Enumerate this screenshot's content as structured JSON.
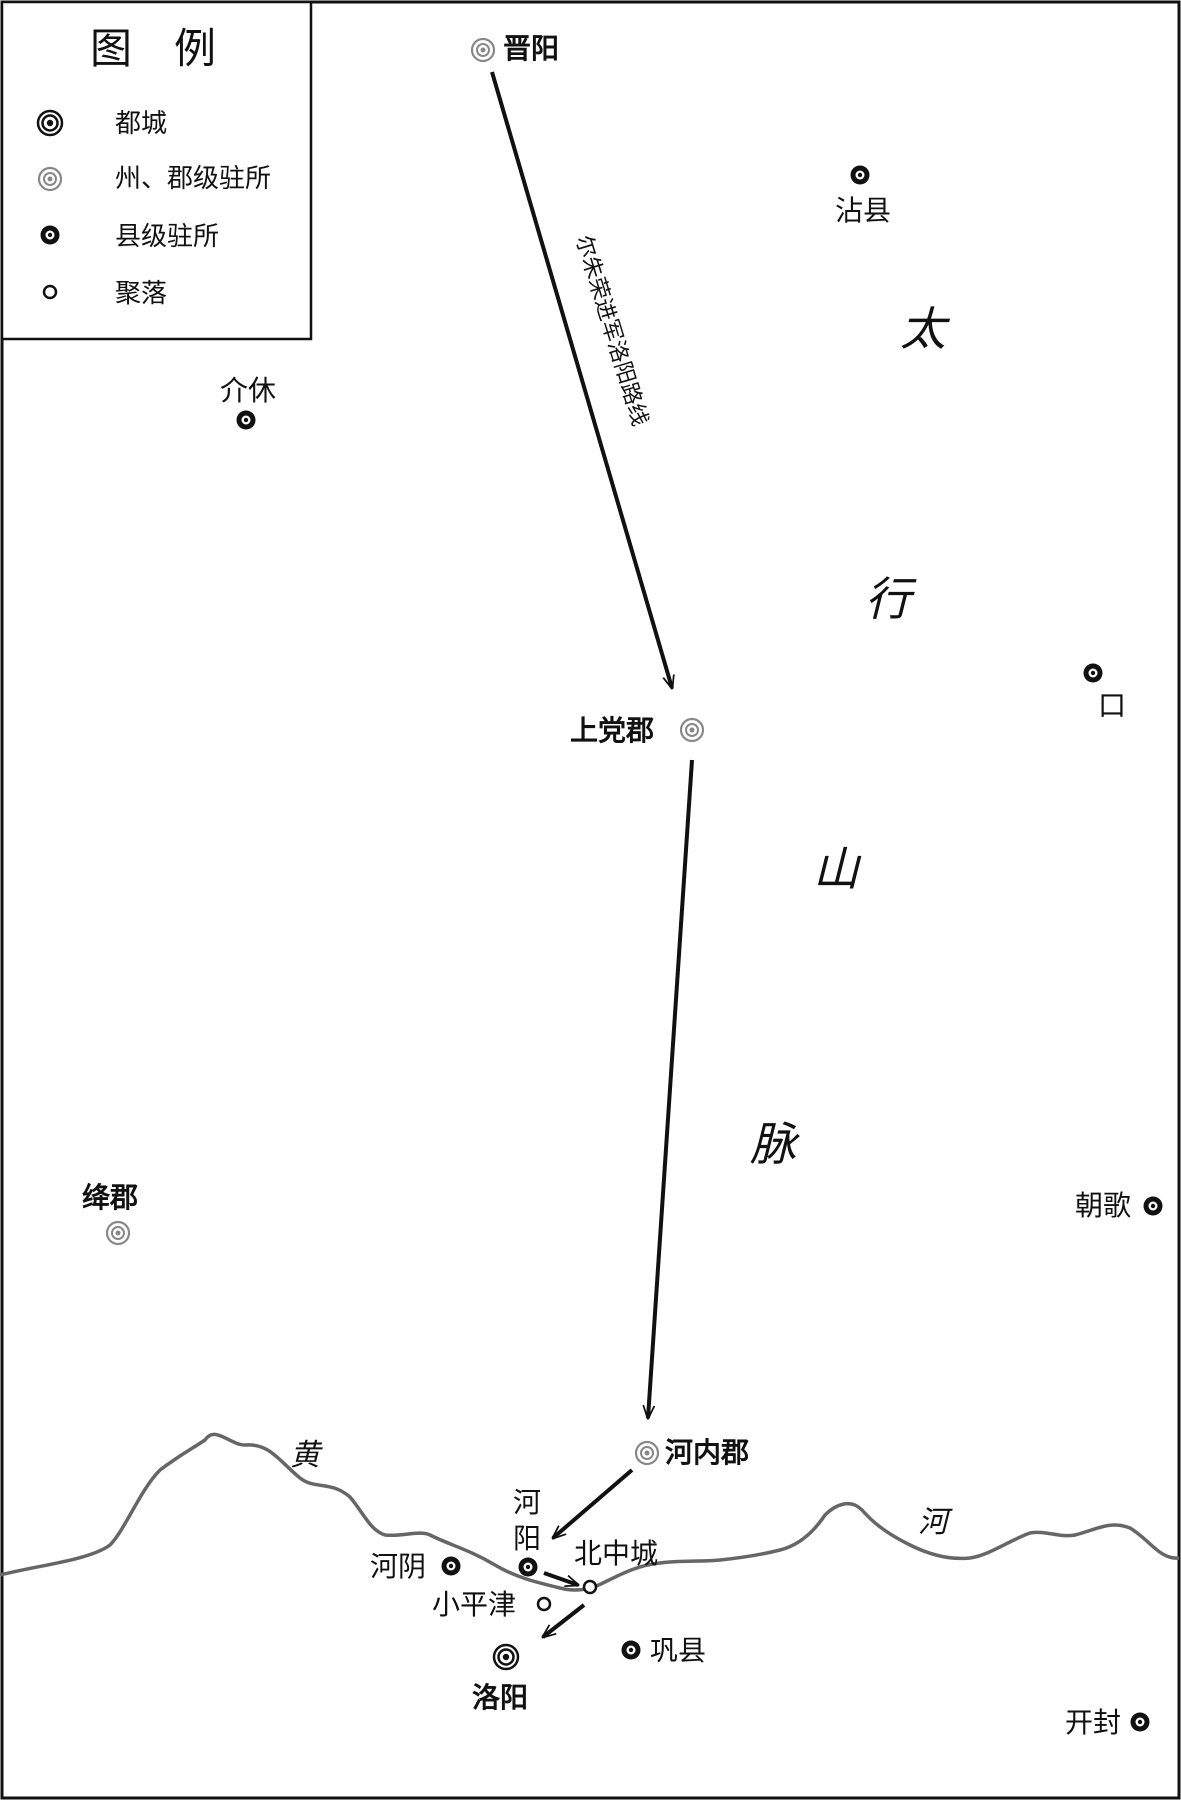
{
  "legend": {
    "title": "图　例",
    "items": [
      {
        "label": "都城",
        "icon": "capital-icon"
      },
      {
        "label": "州、郡级驻所",
        "icon": "prefecture-icon"
      },
      {
        "label": "县级驻所",
        "icon": "county-icon"
      },
      {
        "label": "聚落",
        "icon": "settlement-icon"
      }
    ]
  },
  "places": {
    "jinyang": "晋阳",
    "zhanxian": "沾县",
    "jiexiu": "介休",
    "kou": "口",
    "shangdang": "上党郡",
    "jiangjun": "绛郡",
    "zhaoge": "朝歌",
    "henei": "河内郡",
    "heyang_1": "河",
    "heyang_2": "阳",
    "heyin": "河阴",
    "beizhongcheng": "北中城",
    "xiaopingjin": "小平津",
    "gongxian": "巩县",
    "luoyang": "洛阳",
    "kaifeng": "开封"
  },
  "mountain": [
    "太",
    "行",
    "山",
    "脉"
  ],
  "river": [
    "黄",
    "河"
  ],
  "route_label": "尔朱荣进军洛阳路线",
  "colors": {
    "ink": "#111111",
    "river": "#666666",
    "prefecture_ring": "#888888"
  }
}
